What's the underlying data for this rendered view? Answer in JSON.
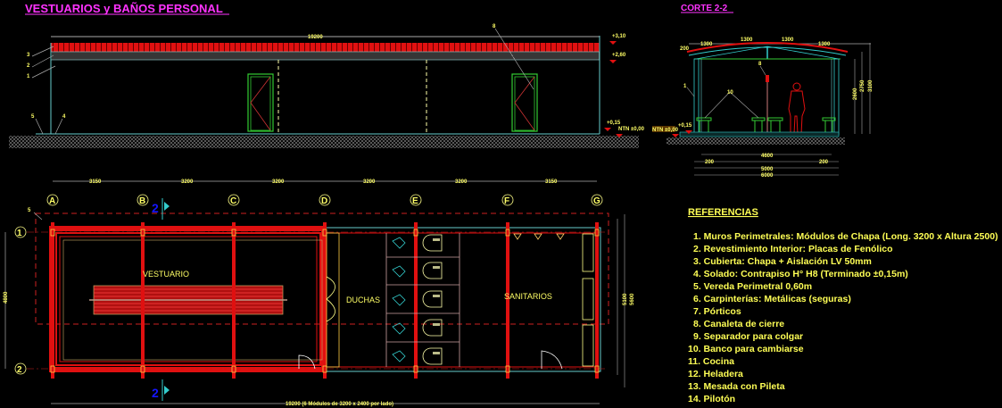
{
  "titles": {
    "elevation": "VESTUARIOS y BAÑOS PERSONAL",
    "section": "CORTE 2-2"
  },
  "elevation": {
    "total_length": "19200",
    "level_top": "+3,10",
    "level_eave": "+2,60",
    "level_floor": "+0,15",
    "level_terrain": "NTN ±0,00",
    "callouts": [
      "3",
      "2",
      "1",
      "5",
      "4",
      "8"
    ]
  },
  "section": {
    "roof_dims": [
      "1300",
      "1300",
      "1300",
      "1300"
    ],
    "height_dims": [
      "2600",
      "2750",
      "3100"
    ],
    "eave_dim": "200",
    "level_floor": "+0,15",
    "level_terrain": "NTN ±0,00",
    "bottom_dims": [
      "4600",
      "5000",
      "6000"
    ],
    "side_dims": [
      "200",
      "200"
    ],
    "callouts": [
      "1",
      "8",
      "10"
    ]
  },
  "plan": {
    "axes_columns": [
      "A",
      "B",
      "C",
      "D",
      "E",
      "F",
      "G"
    ],
    "axes_rows": [
      "1",
      "2"
    ],
    "column_dims": [
      "3150",
      "3200",
      "3200",
      "3200",
      "3200",
      "3150"
    ],
    "total_dim": "19200 (6 Módulos de 3200 x 2400 por lado)",
    "side_dim_left": "4800",
    "side_dims_right": [
      "5100",
      "5600"
    ],
    "section_mark": "2",
    "callout": "5",
    "rooms": [
      "VESTUARIO",
      "DUCHAS",
      "SANITARIOS"
    ]
  },
  "references": {
    "heading": "REFERENCIAS",
    "items": [
      "1. Muros Perimetrales: Módulos de Chapa (Long. 3200 x Altura 2500)",
      "2. Revestimiento Interior: Placas de Fenólico",
      "3. Cubierta: Chapa + Aislación LV 50mm",
      "4. Solado: Contrapiso H° H8 (Terminado ±0,15m)",
      "5. Vereda Perimetral 0,60m",
      "6. Carpinterías: Metálicas (seguras)",
      "7. Pórticos",
      "8. Canaleta de cierre",
      "9. Separador para colgar",
      "10. Banco para cambiarse",
      "11. Cocina",
      "12. Heladera",
      "13. Mesada con Pileta",
      "14. Pilotón"
    ]
  },
  "colors": {
    "background": "#000000",
    "title": "#ff33ff",
    "text": "#ffff55",
    "wall": "#ff1a1a",
    "outline": "#66cccc",
    "door": "#33cc33",
    "dim_line": "#aaaaaa"
  }
}
